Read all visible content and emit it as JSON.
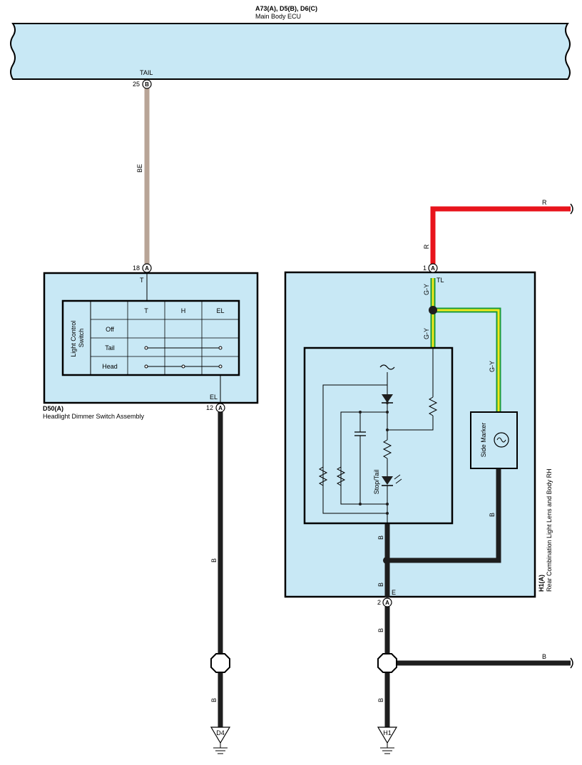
{
  "ecu": {
    "connector_title": "A73(A), D5(B), D6(C)",
    "name": "Main Body ECU",
    "terminal_label": "TAIL",
    "pin": "25",
    "pin_connector": "B"
  },
  "wires": {
    "be_color": "BE",
    "r_color": "R",
    "gy_color": "G-Y",
    "b_color": "B"
  },
  "dimmer": {
    "connector_id": "D50(A)",
    "name": "Headlight Dimmer Switch Assembly",
    "top_pin": "18",
    "top_pin_connector": "A",
    "top_terminal": "T",
    "bottom_pin": "12",
    "bottom_pin_connector": "A",
    "bottom_terminal": "EL",
    "switch_title": "Light Control Switch",
    "columns": [
      "T",
      "H",
      "EL"
    ],
    "rows": [
      "Off",
      "Tail",
      "Head"
    ]
  },
  "rear_lamp": {
    "connector_id": "H1(A)",
    "name": "Rear Combination Light Lens and Body RH",
    "top_pin": "1",
    "top_pin_connector": "A",
    "top_terminal": "TL",
    "bottom_pin": "2",
    "bottom_pin_connector": "A",
    "bottom_terminal": "E",
    "stop_tail_label": "Stop/Tail",
    "side_marker_label": "Side Marker"
  },
  "grounds": {
    "left": "D4",
    "right": "H1"
  },
  "colors": {
    "panel_fill": "#c8e8f5",
    "wire_be": "#b8a496",
    "wire_r": "#e8141c",
    "wire_gy_outer": "#1a9a3c",
    "wire_gy_inner": "#f2e81c",
    "wire_b": "#1e1e1e"
  }
}
